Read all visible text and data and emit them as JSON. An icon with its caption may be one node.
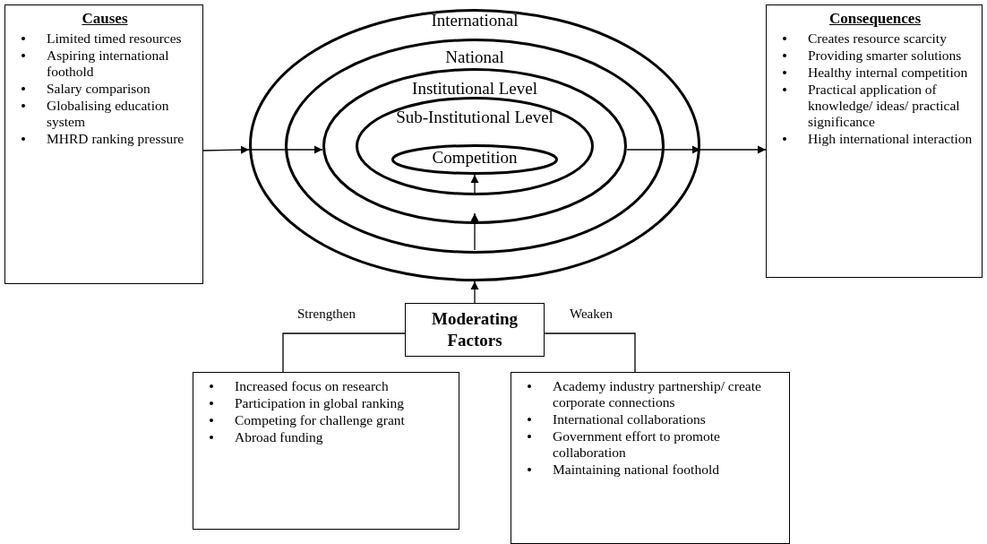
{
  "diagram": {
    "nodes": [
      {
        "text": [
          "Causes",
          "Limited timed resources",
          "Aspiring international foothold",
          "Salary comparison",
          "Globalising education system",
          "MHRD ranking pressure"
        ]
      },
      {
        "text": [
          "International"
        ]
      },
      {
        "text": [
          "National"
        ],
        "in": 1
      },
      {
        "text": [
          "Institutional Level"
        ],
        "in": 2
      },
      {
        "text": [
          "Sub-Institutional Level"
        ],
        "in": 3
      },
      {
        "text": [
          "Competition"
        ],
        "in": 4
      },
      {
        "text": [
          "Consequences",
          "Creates resource scarcity",
          "Providing smarter solutions",
          "Healthy internal competition",
          "Practical application of knowledge/ ideas/ practical significance",
          "High international interaction"
        ]
      },
      {
        "text": [
          "Moderating Factors"
        ]
      },
      {
        "text": [
          "Increased focus on research",
          "Participation in global ranking",
          "Competing for challenge grant",
          "Abroad funding"
        ]
      },
      {
        "text": [
          "Academy industry partnership/ create corporate connections",
          "International collaborations",
          "Government effort to promote collaboration",
          "Maintaining national foothold"
        ]
      }
    ],
    "edges": [
      {
        "from": 0,
        "to": 1,
        "arrow": "to"
      },
      {
        "from": 1,
        "to": 3,
        "arrow": "to"
      },
      {
        "from": 3,
        "to": 1,
        "arrow": "to"
      },
      {
        "from": 1,
        "to": 6,
        "arrow": "to"
      },
      {
        "from": 7,
        "to": 1,
        "arrow": "to"
      },
      {
        "from": 2,
        "to": 3,
        "arrow": "to"
      },
      {
        "from": 4,
        "to": 5,
        "arrow": "to"
      },
      {
        "from": 7,
        "to": 8,
        "label": "Strengthen",
        "arrow": "none"
      },
      {
        "from": 7,
        "to": 9,
        "label": "Weaken",
        "arrow": "none"
      }
    ]
  }
}
